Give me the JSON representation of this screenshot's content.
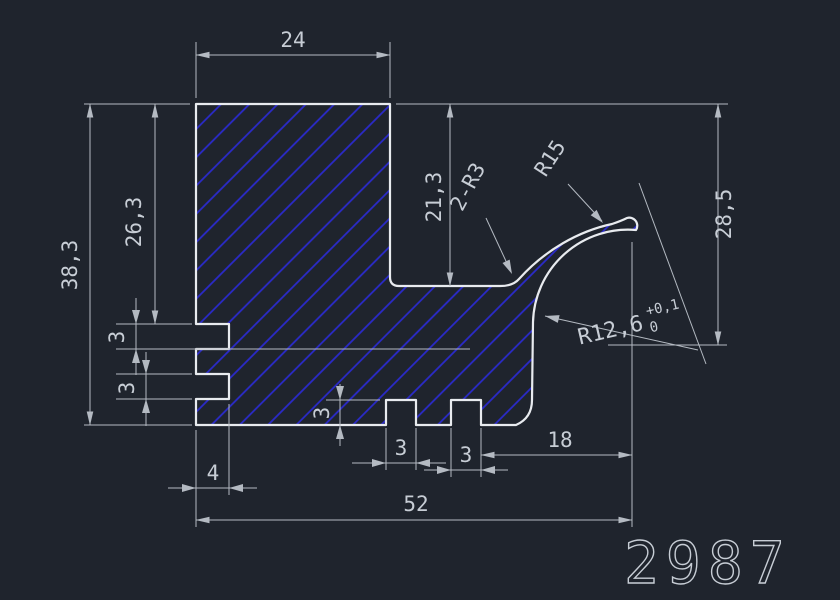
{
  "colors": {
    "background": "#1f242d",
    "outline": "#e8ebef",
    "hatch": "#2a2acc",
    "dimension": "#b4bac2",
    "text": "#c7cdd5"
  },
  "drawing": {
    "number": "2987"
  },
  "dims": {
    "top_width": "24",
    "step_height": "21,3",
    "fillet_note": "2-R3",
    "outer_radius": "R15",
    "right_height": "28,5",
    "overall_height": "38,3",
    "upper_height": "26,3",
    "left_slot1_height": "3",
    "left_slot2_height": "3",
    "bottom_notch_depth": "3",
    "bottom_notch1_width": "3",
    "bottom_notch2_width": "3",
    "right_span": "18",
    "left_slot_depth": "4",
    "overall_width": "52",
    "inner_radius": "R12,6",
    "inner_radius_tol_upper": "+0,1",
    "inner_radius_tol_lower": "0"
  }
}
